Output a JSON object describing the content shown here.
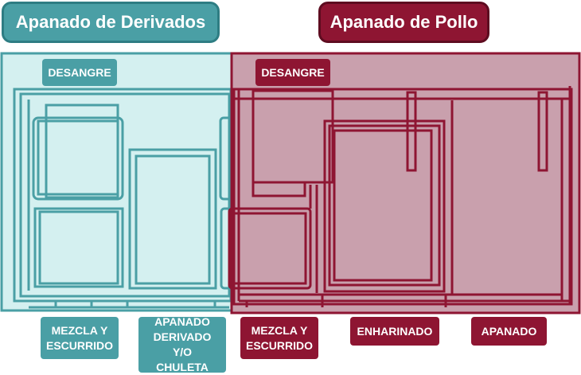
{
  "colors": {
    "teal": "#4a9fa5",
    "teal_dark": "#3a8f96",
    "teal_fill": "#d4f0f0",
    "maroon": "#8e1532",
    "maroon_fill": "#c9a0ad"
  },
  "left_panel": {
    "title": "Apanado de Derivados",
    "desangre": "DESANGRE",
    "labels": {
      "mezcla": "MEZCLA Y\nESCURRIDO",
      "apanado": "APANADO\nDERIVADO Y/O\nCHULETA"
    }
  },
  "right_panel": {
    "title": "Apanado de Pollo",
    "desangre": "DESANGRE",
    "labels": {
      "mezcla": "MEZCLA Y\nESCURRIDO",
      "enharinado": "ENHARINADO",
      "apanado": "APANADO"
    }
  }
}
